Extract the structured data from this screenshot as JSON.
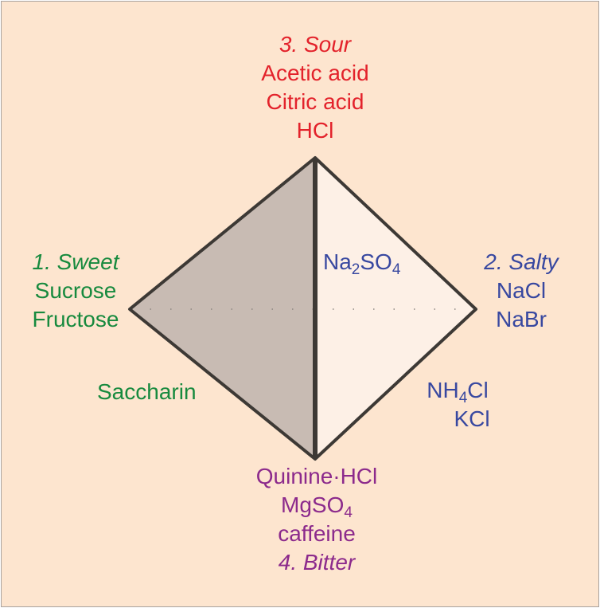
{
  "sour": {
    "title": "3. Sour",
    "items": [
      "Acetic acid",
      "Citric acid",
      "HCl"
    ]
  },
  "sweet": {
    "title": "1. Sweet",
    "items": [
      "Sucrose",
      "Fructose"
    ],
    "inner": "Saccharin"
  },
  "salty": {
    "title": "2. Salty",
    "items": [
      "NaCl",
      "NaBr"
    ],
    "inner": {
      "na2so4_base": "Na",
      "na2so4_sub1": "2",
      "na2so4_mid": "SO",
      "na2so4_sub2": "4",
      "nh4cl_base": "NH",
      "nh4cl_sub": "4",
      "nh4cl_end": "Cl",
      "kcl": "KCl"
    }
  },
  "bitter": {
    "title": "4. Bitter",
    "items": {
      "quinine": "Quinine·HCl",
      "mgso4_base": "MgSO",
      "mgso4_sub": "4",
      "caffeine": "caffeine"
    }
  },
  "colors": {
    "sour": "#e3222b",
    "sweet": "#178a3e",
    "salty": "#3848a0",
    "bitter": "#8c2a8c",
    "background": "#fde5cf",
    "shade": "#c8bbb3"
  }
}
